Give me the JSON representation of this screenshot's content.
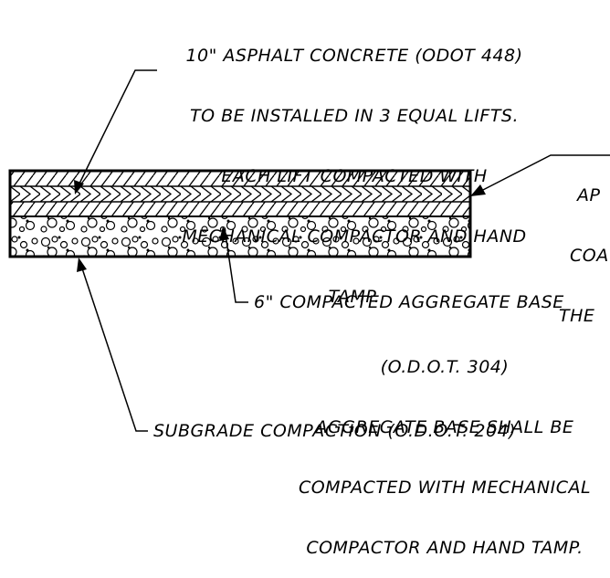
{
  "notes": {
    "asphalt": [
      "10\" ASPHALT CONCRETE (ODOT 448)",
      "TO BE INSTALLED IN 3 EQUAL LIFTS.",
      "EACH LIFT COMPACTED WITH",
      "MECHANICAL COMPACTOR AND HAND",
      "TAMP."
    ],
    "right_partial": [
      "AP",
      "COA",
      "THE"
    ],
    "aggregate_title": "6\" COMPACTED AGGREGATE BASE",
    "aggregate_lines": [
      "(O.D.O.T. 304)",
      "AGGREGATE BASE SHALL BE",
      "COMPACTED WITH MECHANICAL",
      "COMPACTOR AND HAND TAMP."
    ],
    "subgrade": "SUBGRADE COMPACTION (O.D.O.T. 204)"
  }
}
